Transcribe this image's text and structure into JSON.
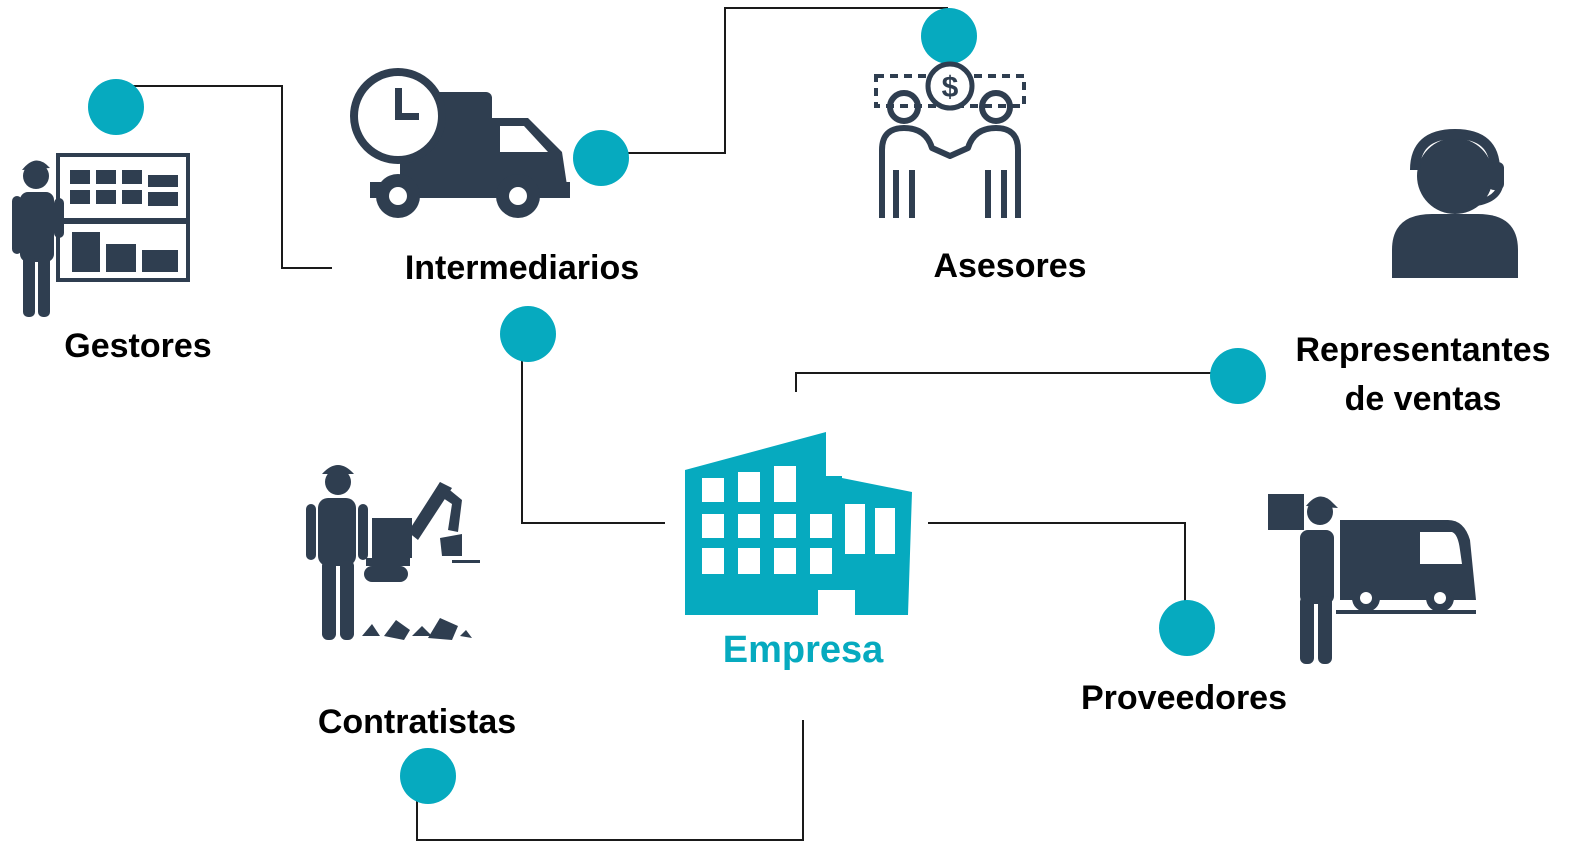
{
  "colors": {
    "accent": "#06aabf",
    "icon": "#2f3e50",
    "line": "#1a1a1a",
    "text": "#000000"
  },
  "center": {
    "label": "Empresa",
    "icon": "building-icon"
  },
  "nodes": [
    {
      "id": "gestores",
      "label": "Gestores",
      "icon": "warehouse-worker-icon"
    },
    {
      "id": "intermediarios",
      "label": "Intermediarios",
      "icon": "delivery-truck-clock-icon"
    },
    {
      "id": "asesores",
      "label": "Asesores",
      "icon": "handshake-dollar-icon"
    },
    {
      "id": "representantes",
      "label_line1": "Representantes",
      "label_line2": "de ventas",
      "icon": "headset-agent-icon"
    },
    {
      "id": "contratistas",
      "label": "Contratistas",
      "icon": "excavator-worker-icon"
    },
    {
      "id": "proveedores",
      "label": "Proveedores",
      "icon": "supplier-van-icon"
    }
  ]
}
